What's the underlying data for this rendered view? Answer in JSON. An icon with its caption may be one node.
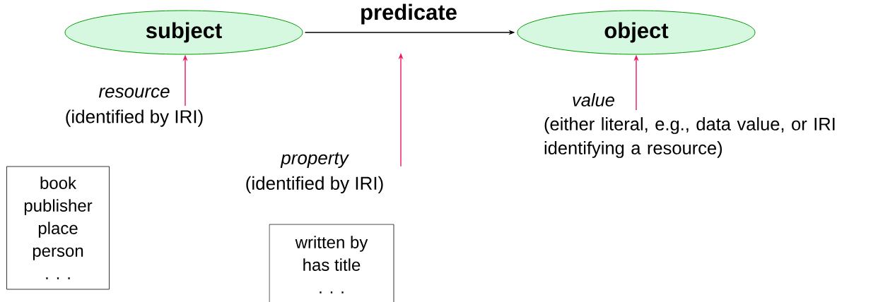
{
  "diagram": {
    "nodes": [
      {
        "text": [
          "subject"
        ]
      },
      {
        "text": [
          "object"
        ]
      },
      {
        "text": [
          "resource",
          "(identified by IRI)"
        ]
      },
      {
        "text": [
          "property",
          "(identified by IRI)"
        ]
      },
      {
        "text": [
          "value",
          "(either literal, e.g., data value, or IRI identifying a resource)"
        ]
      },
      {
        "text": [
          "book",
          "publisher",
          "place",
          "person",
          ". . ."
        ]
      },
      {
        "text": [
          "written by",
          "has title",
          ". . ."
        ]
      }
    ],
    "edges": [
      {
        "from": 0,
        "to": 1,
        "arrow": "to",
        "label": "predicate",
        "color": "#000000"
      },
      {
        "from": 2,
        "to": 0,
        "arrow": "to",
        "color": "#e8175d"
      },
      {
        "from": 3,
        "to": null,
        "arrow": "to",
        "color": "#e8175d"
      },
      {
        "from": 4,
        "to": 1,
        "arrow": "to",
        "color": "#e8175d"
      }
    ]
  }
}
